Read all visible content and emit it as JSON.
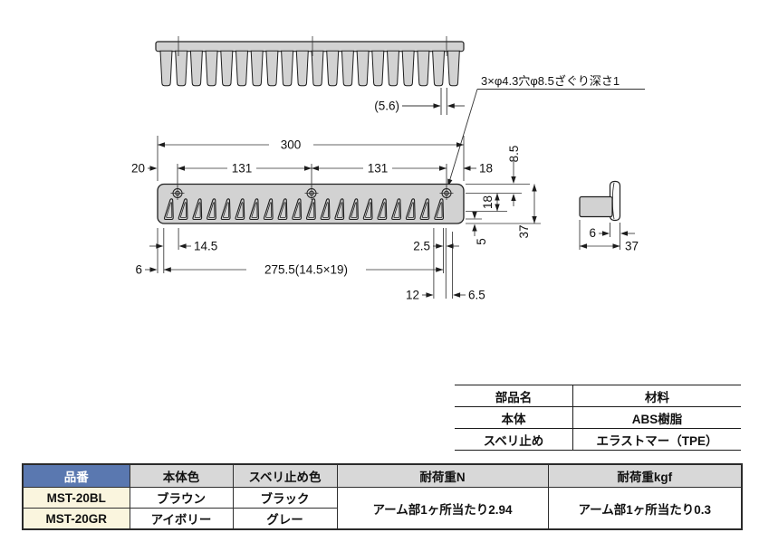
{
  "drawing": {
    "arm_count": 20,
    "note_counterbore": "3×φ4.3穴φ8.5ざぐり深さ1",
    "dims": {
      "tooth_width": "(5.6)",
      "overall_width": "300",
      "left_to_hole": "20",
      "hole_pitch_left": "131",
      "hole_pitch_right": "131",
      "hole_to_right": "18",
      "top_to_hole": "8.5",
      "hole_to_slot_bottom": "18",
      "total_height": "37",
      "slot_to_bottom": "5",
      "arm_pitch": "14.5",
      "arm_to_hole": "2.5",
      "edge_to_arm": "6",
      "arm_span": "275.5(14.5×19)",
      "hole_to_arm_12": "12",
      "hole_offset_65": "6.5",
      "plate_thickness": "6",
      "total_depth": "37"
    }
  },
  "materials_table": {
    "headers": [
      "部品名",
      "材料"
    ],
    "rows": [
      [
        "本体",
        "ABS樹脂"
      ],
      [
        "スベリ止め",
        "エラストマー（TPE）"
      ]
    ]
  },
  "spec_table": {
    "headers": [
      "品番",
      "本体色",
      "スベリ止め色",
      "耐荷重N",
      "耐荷重kgf"
    ],
    "rows": [
      {
        "model": "MST-20BL",
        "body_color": "ブラウン",
        "grip_color": "ブラック"
      },
      {
        "model": "MST-20GR",
        "body_color": "アイボリー",
        "grip_color": "グレー"
      }
    ],
    "load_n": "アーム部1ヶ所当たり2.94",
    "load_kgf": "アーム部1ヶ所当たり0.3"
  },
  "colors": {
    "part_fill": "#d2d2d2",
    "line": "#1f1f1f",
    "spec_header_blue": "#5a78b0",
    "spec_header_gray": "#d8d8d8",
    "model_cell_cream": "#faf5de"
  }
}
